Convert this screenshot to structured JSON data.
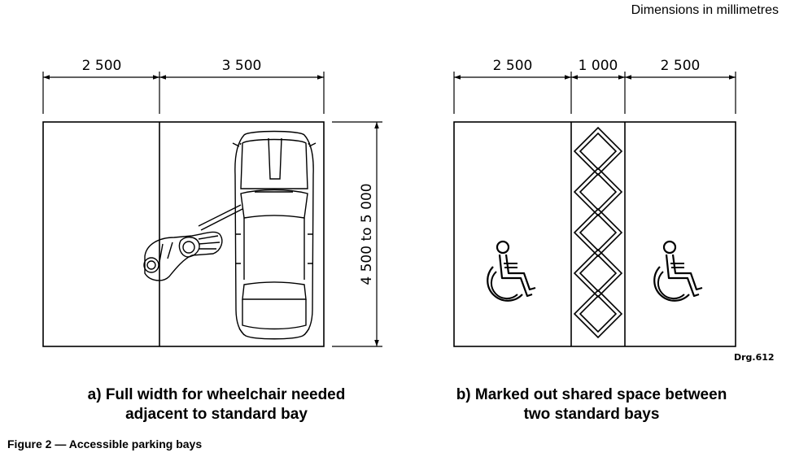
{
  "units_note": "Dimensions in millimetres",
  "drawing_ref": "Drg.612",
  "diagram_a": {
    "dim_left": "2 500",
    "dim_right": "3 500",
    "dim_depth": "4 500 to 5 000",
    "caption_line1": "a) Full width for wheelchair needed",
    "caption_line2": "adjacent to standard bay"
  },
  "diagram_b": {
    "dim_left": "2 500",
    "dim_middle": "1 000",
    "dim_right": "2 500",
    "caption_line1": "b) Marked out shared space between",
    "caption_line2": "two standard bays"
  },
  "figure_caption": "Figure 2 — Accessible parking bays"
}
